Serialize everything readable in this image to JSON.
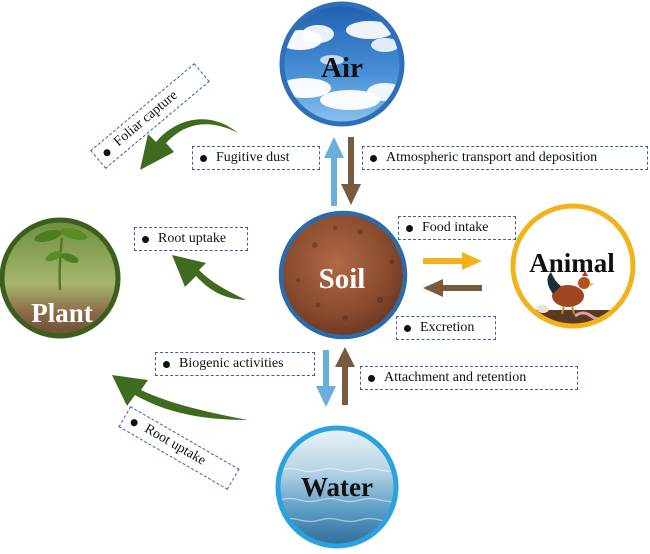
{
  "nodes": {
    "air": "Air",
    "soil": "Soil",
    "plant": "Plant",
    "animal": "Animal",
    "water": "Water"
  },
  "labels": {
    "foliar_capture": "Foliar capture",
    "fugitive_dust": "Fugitive dust",
    "atmospheric": "Atmospheric transport and deposition",
    "root_uptake_soil": "Root uptake",
    "food_intake": "Food intake",
    "excretion": "Excretion",
    "biogenic": "Biogenic activities",
    "attachment": "Attachment and retention",
    "root_uptake_water": "Root uptake"
  },
  "colors": {
    "air_ring": "#2f6fb8",
    "soil_ring": "#2d6aa8",
    "plant_ring": "#3c5f1e",
    "animal_ring": "#f2b21b",
    "water_ring": "#2aa2e0",
    "green_arrow": "#3f6b1f",
    "up_arrow": "#6aaede",
    "down_arrow": "#7a5a3c",
    "yellow_arrow": "#f2b21b",
    "label_border": "#3a5fa8"
  }
}
